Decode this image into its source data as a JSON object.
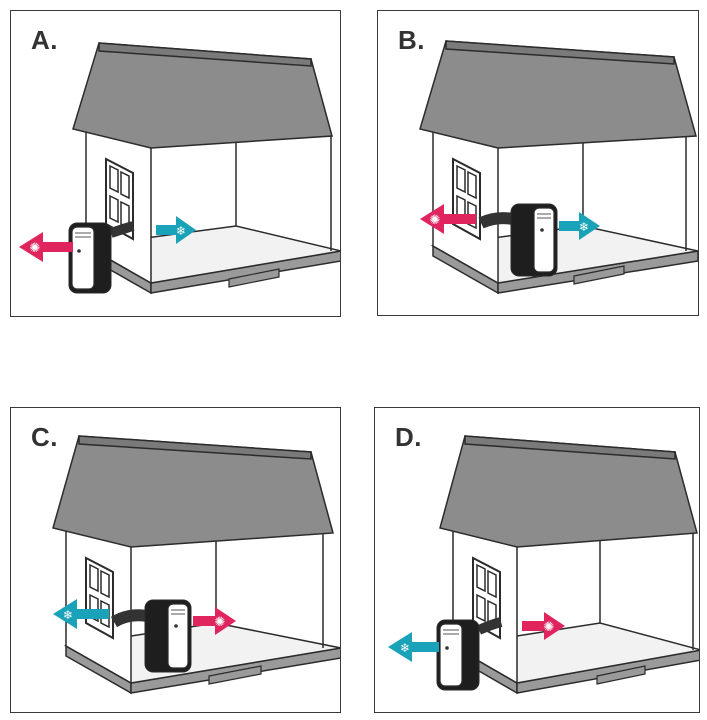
{
  "colors": {
    "roof": "#8c8c8c",
    "base": "#9a9a9a",
    "outline": "#2b2b2b",
    "unit_body": "#1e1e1e",
    "hot_arrow": "#e0245e",
    "cold_arrow": "#1aa3b8"
  },
  "icons": {
    "hot": "sun-icon",
    "cold": "snowflake-icon"
  },
  "panels": [
    {
      "label": "A.",
      "unit_position": "outside-left-wall",
      "left_arrow": "hot",
      "right_arrow": "cold"
    },
    {
      "label": "B.",
      "unit_position": "inside-room",
      "left_arrow": "hot",
      "right_arrow": "cold"
    },
    {
      "label": "C.",
      "unit_position": "inside-room",
      "left_arrow": "cold",
      "right_arrow": "hot"
    },
    {
      "label": "D.",
      "unit_position": "outside-left-wall",
      "left_arrow": "cold",
      "right_arrow": "hot"
    }
  ]
}
